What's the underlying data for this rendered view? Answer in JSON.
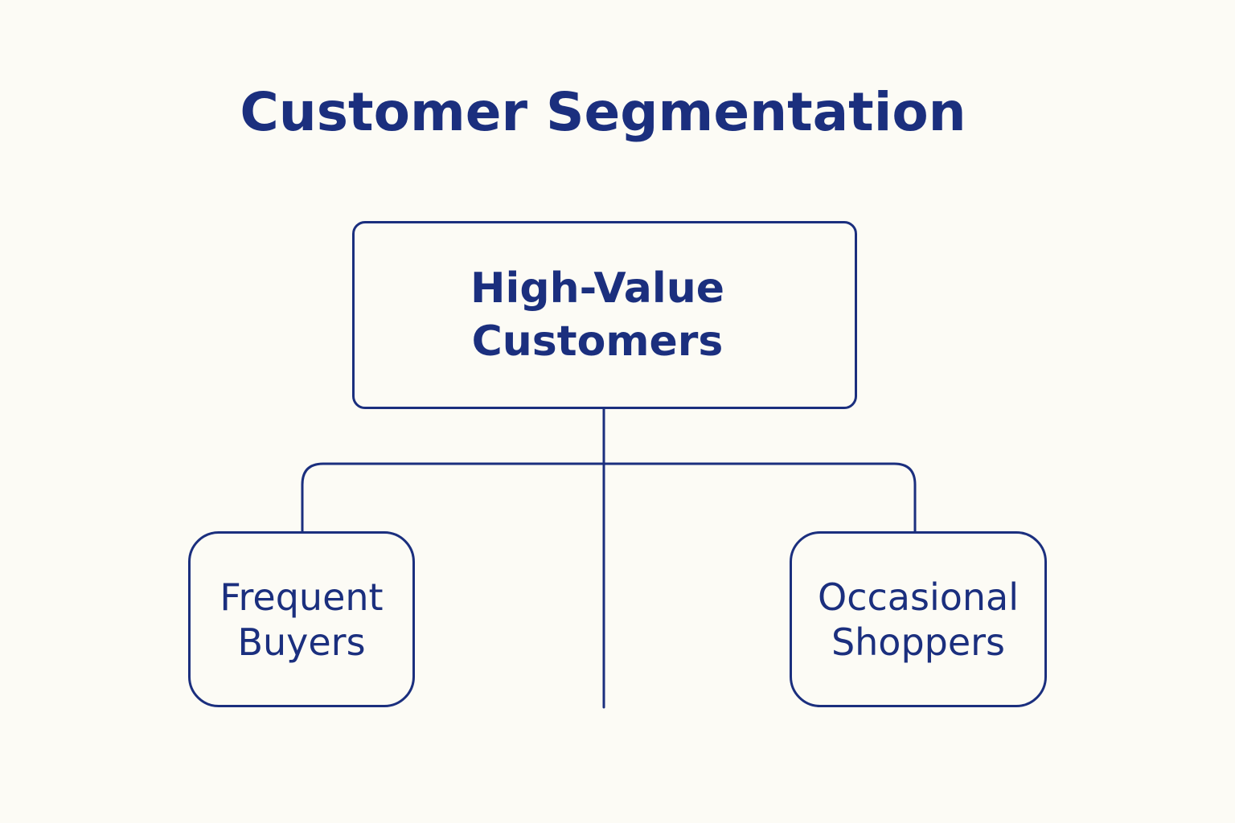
{
  "diagram": {
    "title": "Customer Segmentation",
    "root": {
      "line1": "High-Value",
      "line2": "Customers"
    },
    "children": [
      {
        "line1": "Frequent",
        "line2": "Buyers"
      },
      {
        "line1": "Occasional",
        "line2": "Shoppers"
      }
    ]
  },
  "colors": {
    "background": "#FCFBF5",
    "primary": "#1B2F7E"
  }
}
